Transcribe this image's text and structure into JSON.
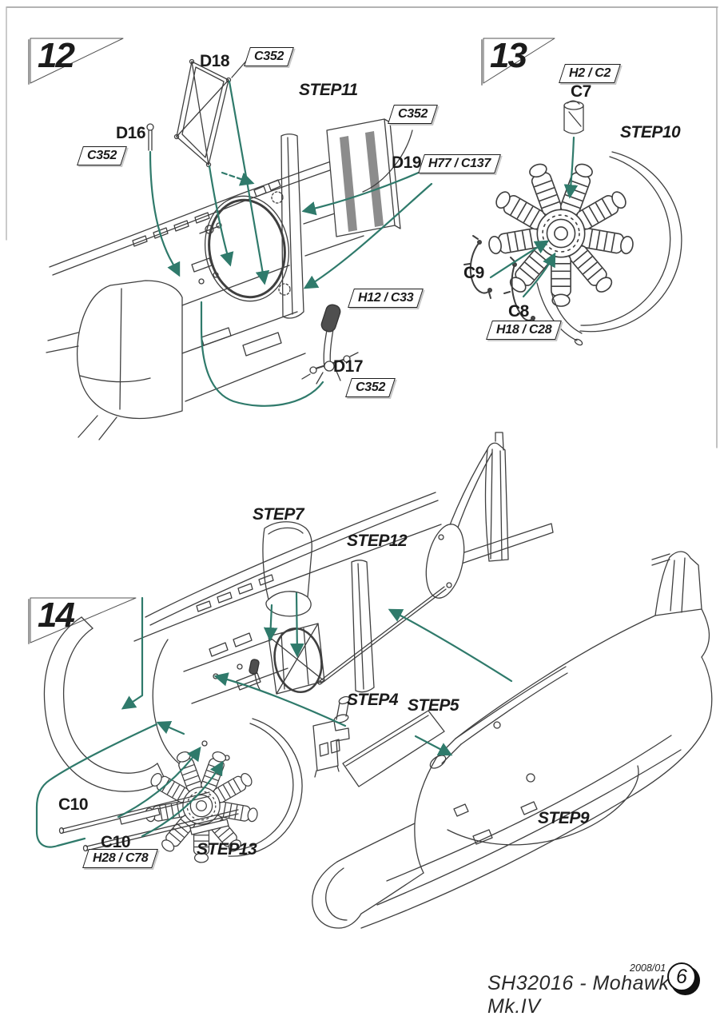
{
  "colors": {
    "accent_teal": "#2F7A6B",
    "line_gray": "#3F3F3F",
    "metal_strap_gray": "#8C8C8C",
    "grip_dark_gray": "#4F4F4F"
  },
  "panel12": {
    "number": "12",
    "step": "STEP11",
    "d18": {
      "label": "D18",
      "paint": "C352"
    },
    "d16": {
      "label": "D16",
      "paint": "C352"
    },
    "d19": {
      "label": "D19",
      "paint": "C352",
      "paint2": "H77 / C137"
    },
    "d17": {
      "label": "D17",
      "paint": "H12 / C33",
      "paint2": "C352"
    }
  },
  "panel13": {
    "number": "13",
    "step": "STEP10",
    "c7": {
      "label": "C7",
      "paint": "H2 / C2"
    },
    "c9": {
      "label": "C9"
    },
    "c8": {
      "label": "C8",
      "paint": "H18 / C28"
    }
  },
  "panel14": {
    "number": "14",
    "steps": {
      "seat": "STEP7",
      "wing_spar": "STEP12",
      "mount": "STEP4",
      "firewall": "STEP5",
      "rear_fuselage": "STEP9",
      "engine": "STEP13"
    },
    "c10_front": {
      "label": "C10"
    },
    "c10_rear": {
      "label": "C10",
      "paint": "H28 / C78"
    }
  },
  "footer": {
    "issue": "2008/01",
    "kit_title": "SH32016 - Mohawk Mk.IV",
    "page_number": "6"
  }
}
